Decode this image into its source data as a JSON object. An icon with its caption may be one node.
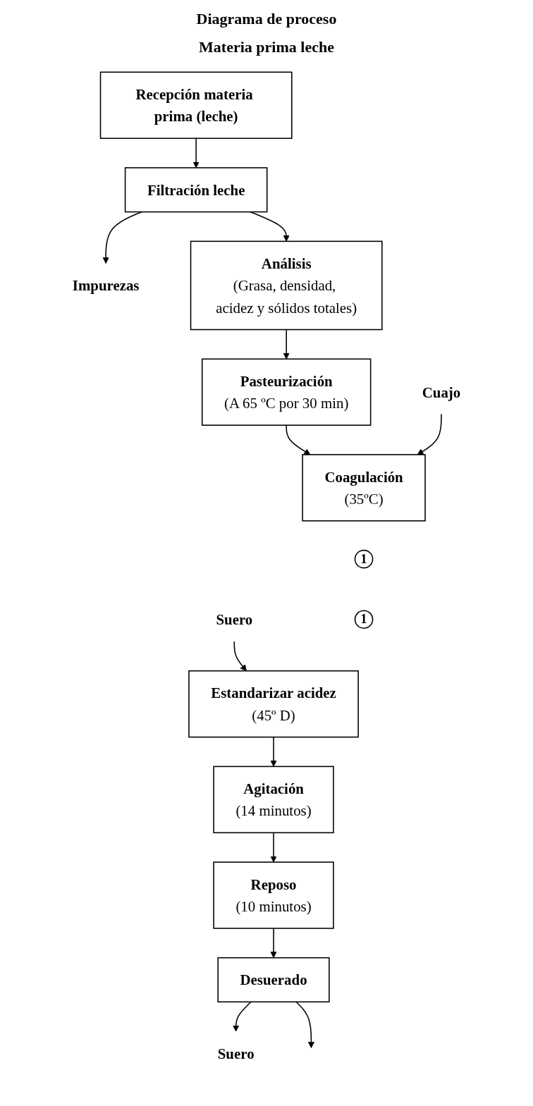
{
  "diagram": {
    "title": "Diagrama de proceso",
    "nodes": [
      {
        "text": [
          "Recepción materia prima (leche)"
        ]
      },
      {
        "text": [
          "Filtración leche"
        ]
      },
      {
        "text": [
          "Impurezas"
        ]
      },
      {
        "text": [
          "Análisis",
          "(Grasa, densidad, acidez y sólidos totales)"
        ]
      },
      {
        "text": [
          "Pasteurización",
          "(A 65 ºC por 30 min)"
        ]
      },
      {
        "text": [
          "Cuajo"
        ]
      },
      {
        "text": [
          "Coagulación",
          "(35ºC)"
        ]
      },
      {
        "text": [
          "1"
        ]
      },
      {
        "text": [
          "1"
        ]
      },
      {
        "text": [
          "Estandarizar acidez",
          "(45º D)"
        ]
      },
      {
        "text": [
          "Suero"
        ]
      },
      {
        "text": [
          "Agitación",
          "(14 minutos)"
        ]
      },
      {
        "text": [
          "Reposo",
          "(10 minutos)"
        ]
      },
      {
        "text": [
          "Desuerado"
        ]
      },
      {
        "text": [
          "Suero"
        ]
      }
    ],
    "edges": [
      {
        "from": 0,
        "to": 1,
        "arrow": "to"
      },
      {
        "from": 1,
        "to": 2,
        "arrow": "to"
      },
      {
        "from": 1,
        "to": 3,
        "arrow": "to"
      },
      {
        "from": 3,
        "to": 4,
        "arrow": "to"
      },
      {
        "from": 4,
        "to": 6,
        "arrow": "to"
      },
      {
        "from": 5,
        "to": 6,
        "arrow": "to"
      },
      {
        "from": 10,
        "to": 9,
        "arrow": "to"
      },
      {
        "from": 9,
        "to": 11,
        "arrow": "to"
      },
      {
        "from": 11,
        "to": 12,
        "arrow": "to"
      },
      {
        "from": 12,
        "to": 13,
        "arrow": "to"
      },
      {
        "from": 13,
        "to": 14,
        "arrow": "to"
      },
      {
        "from": 13,
        "to": null,
        "arrow": "to"
      }
    ],
    "labels": [
      "Materia prima leche"
    ]
  }
}
